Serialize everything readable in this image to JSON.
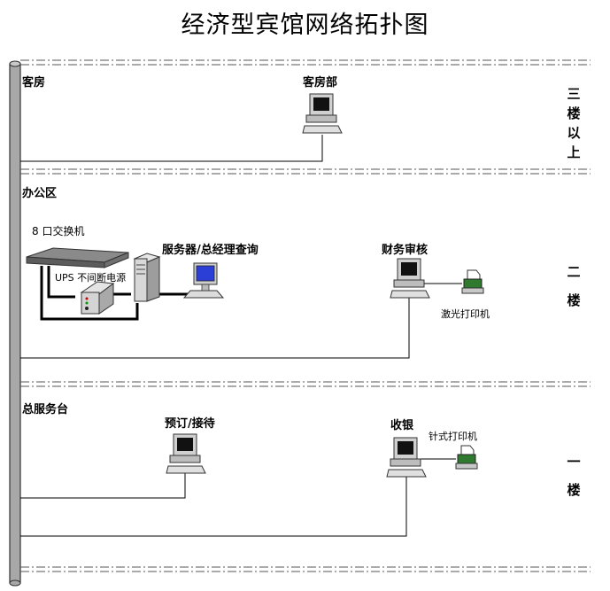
{
  "title": "经济型宾馆网络拓扑图",
  "sections": {
    "floor3": {
      "zone": "客房",
      "floor_label": "三楼以上",
      "node": "客房部"
    },
    "floor2": {
      "zone": "办公区",
      "floor_label": "二楼",
      "switch": "8 口交换机",
      "ups": "UPS 不间断电源",
      "server": "服务器/总经理查询",
      "finance": "财务审核",
      "printer": "激光打印机"
    },
    "floor1": {
      "zone": "总服务台",
      "floor_label": "一楼",
      "booking": "预订/接待",
      "cashier": "收银",
      "printer": "针式打印机"
    }
  }
}
